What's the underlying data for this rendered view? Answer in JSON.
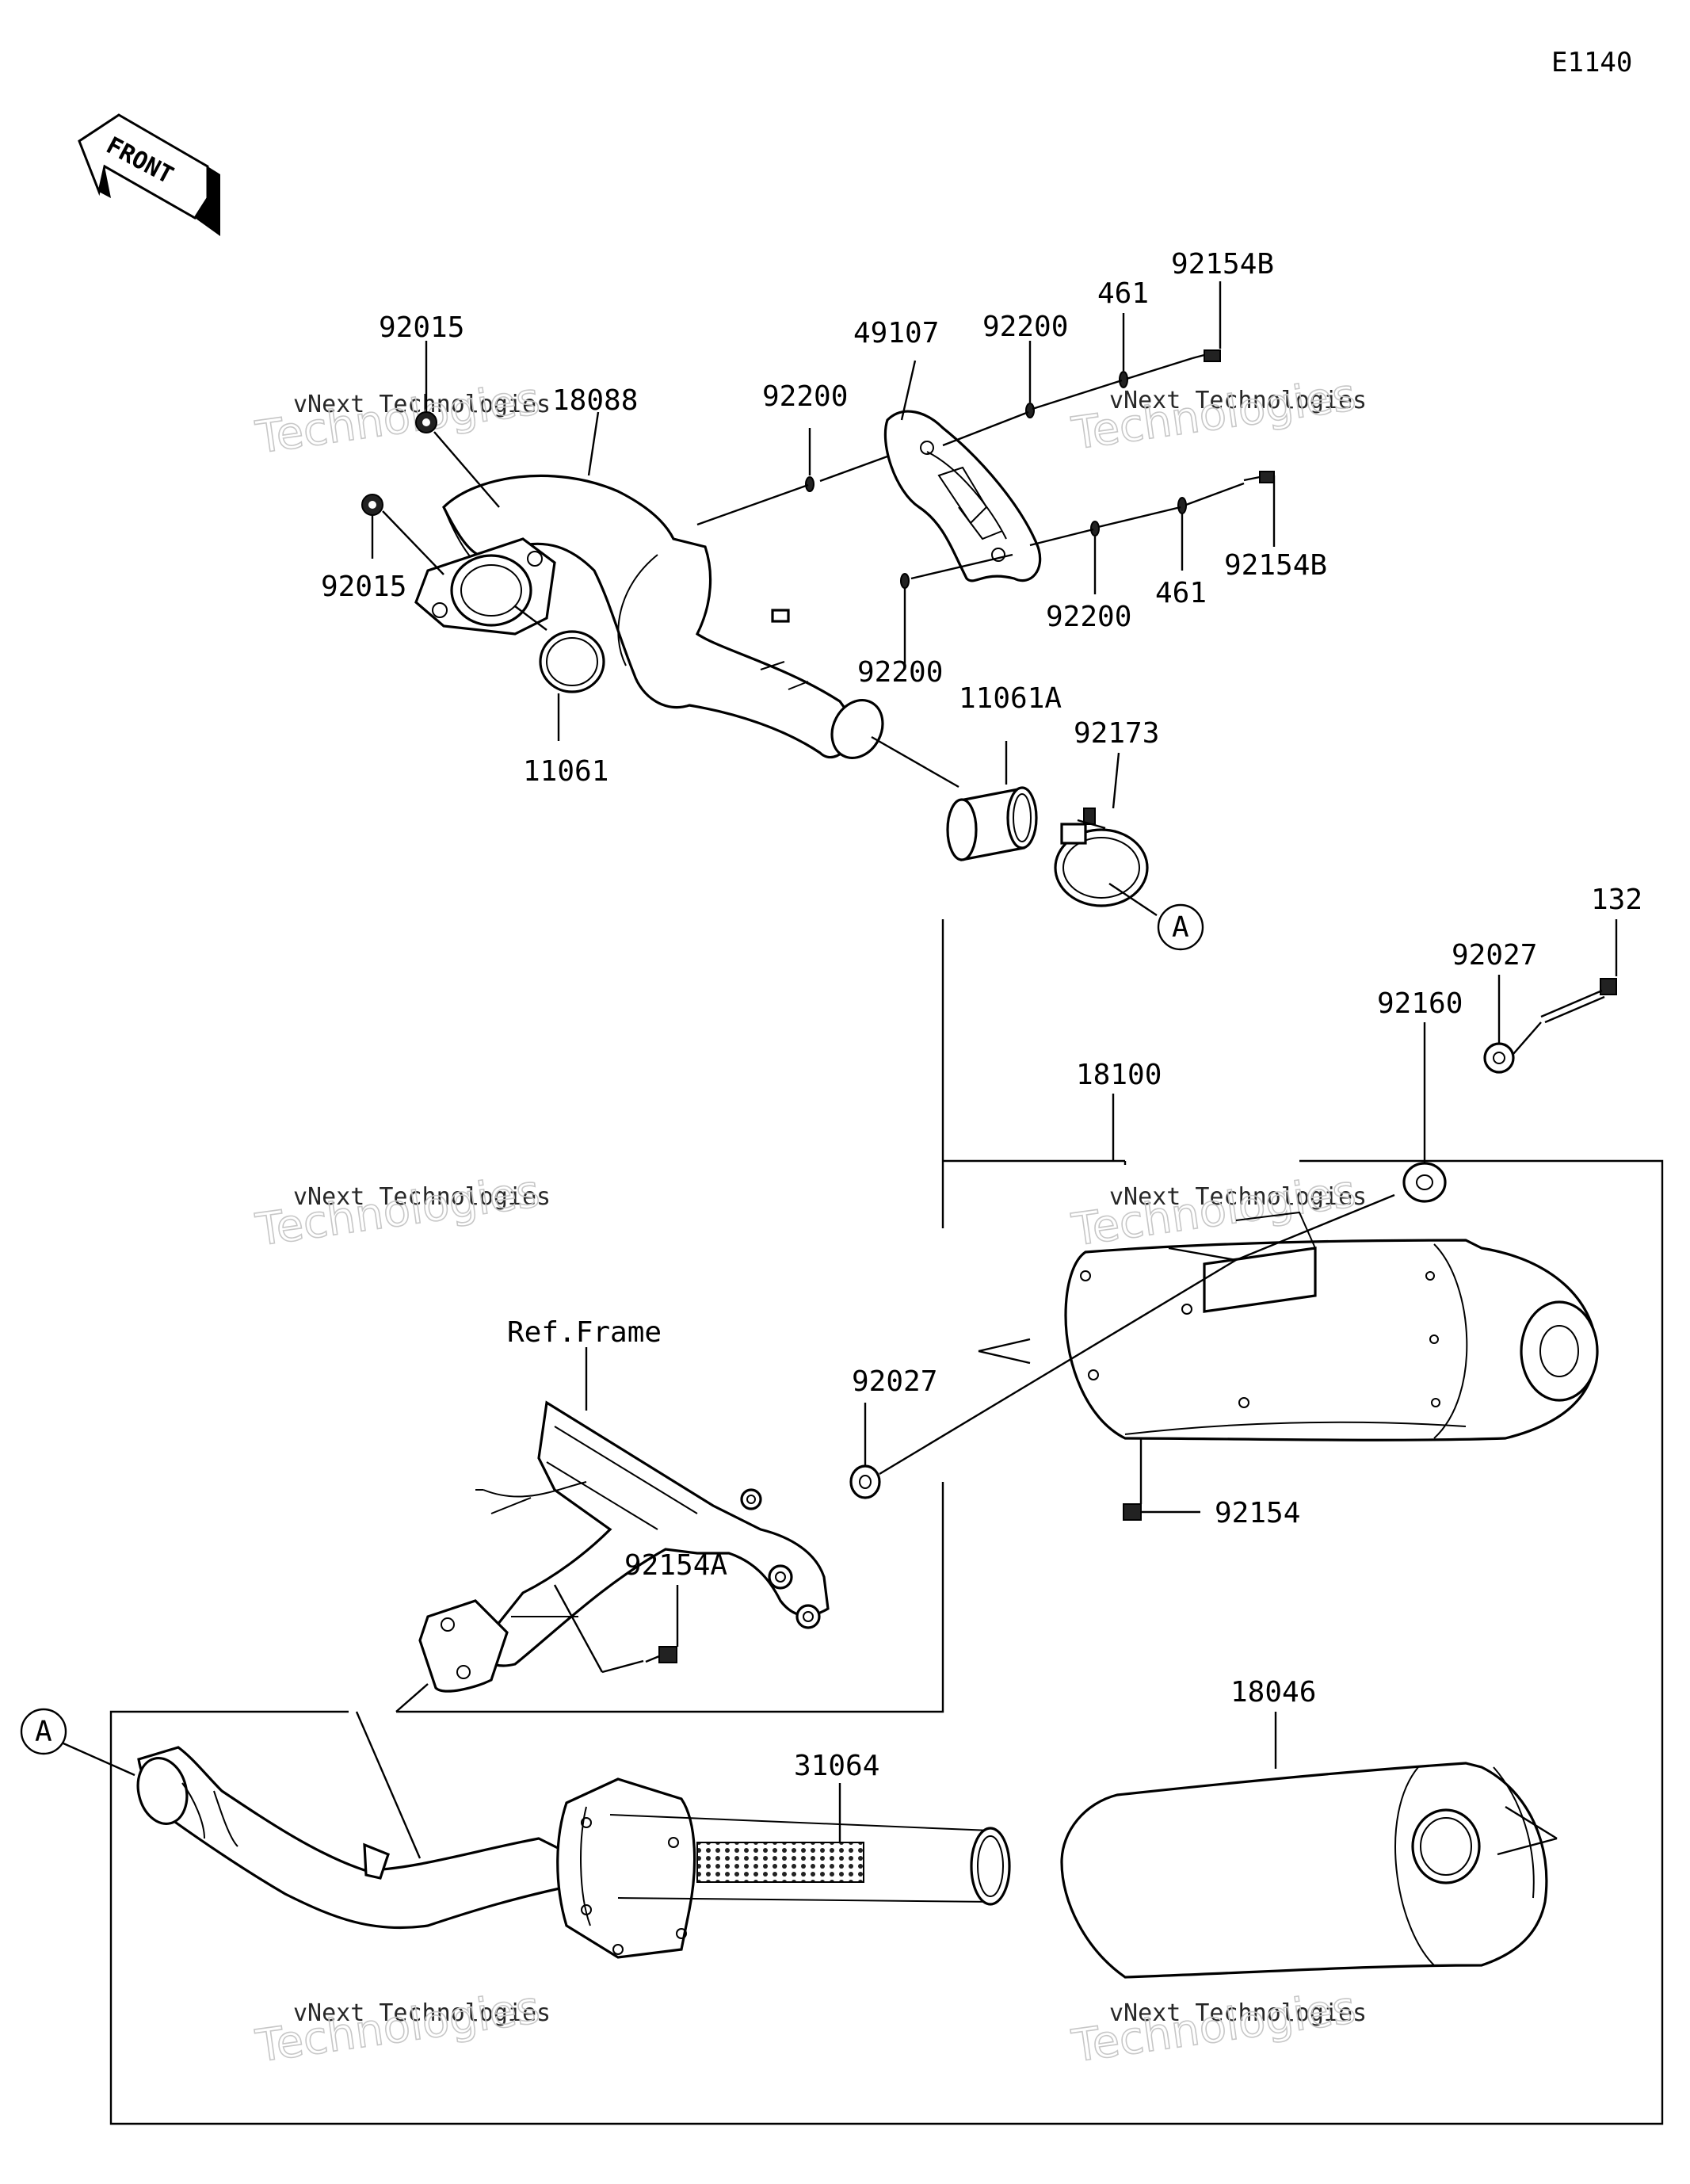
{
  "diagram_code": "E1140",
  "front_label": "FRONT",
  "ref_frame_label": "Ref.Frame",
  "ref_marker": "A",
  "watermark": {
    "line1": "vNext Technologies",
    "line2": "Technologies"
  },
  "parts": {
    "p92015_top": "92015",
    "p92015_left": "92015",
    "p18088": "18088",
    "p11061": "11061",
    "p92200_a": "92200",
    "p49107": "49107",
    "p92200_b": "92200",
    "p461_a": "461",
    "p92154B_a": "92154B",
    "p92154B_b": "92154B",
    "p461_b": "461",
    "p92200_c": "92200",
    "p92200_d": "92200",
    "p11061A": "11061A",
    "p92173": "92173",
    "p132": "132",
    "p92027_a": "92027",
    "p92160": "92160",
    "p18100": "18100",
    "p92027_b": "92027",
    "p92154": "92154",
    "p92154A": "92154A",
    "p18046": "18046",
    "p31064": "31064"
  }
}
